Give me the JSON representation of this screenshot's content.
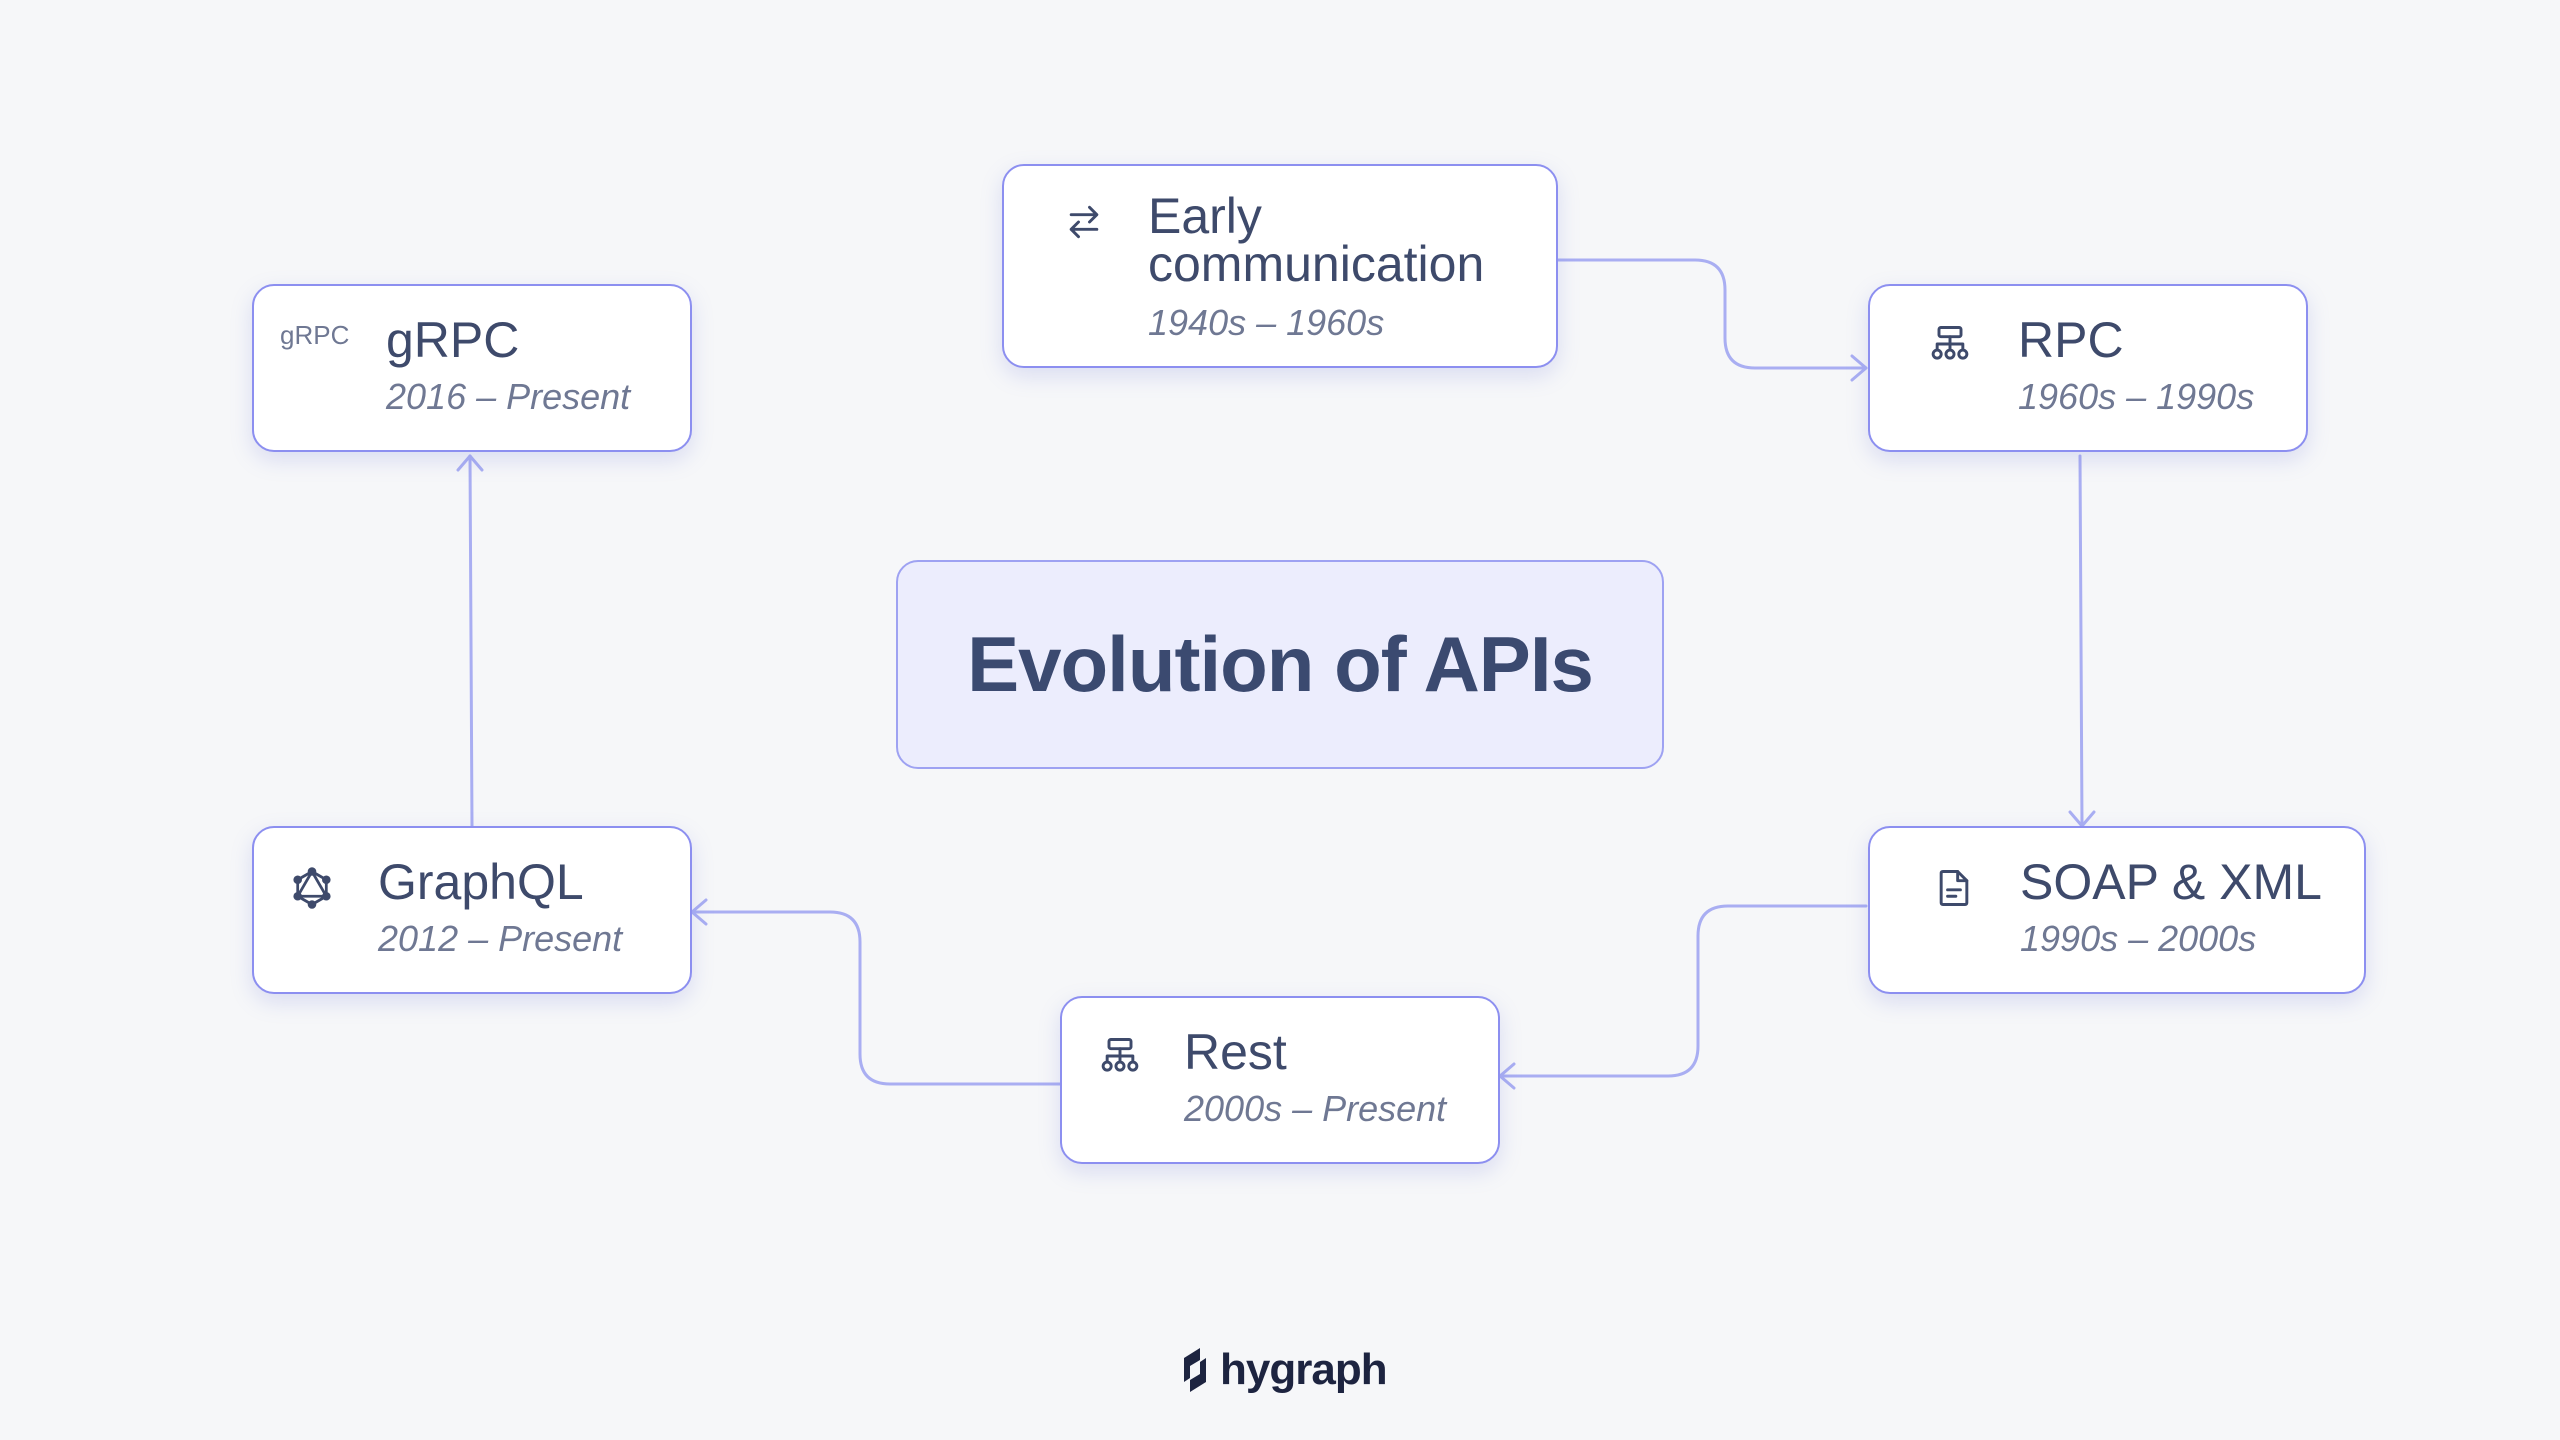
{
  "title": "Evolution of APIs",
  "nodes": {
    "early": {
      "title_line1": "Early",
      "title_line2": "communication",
      "years": "1940s – 1960s",
      "icon": "swap-arrows-icon"
    },
    "rpc": {
      "title": "RPC",
      "years": "1960s – 1990s",
      "icon": "sitemap-icon"
    },
    "soap": {
      "title": "SOAP & XML",
      "years": "1990s – 2000s",
      "icon": "document-icon"
    },
    "rest": {
      "title": "Rest",
      "years": "2000s – Present",
      "icon": "sitemap-icon"
    },
    "graphql": {
      "title": "GraphQL",
      "years": "2012 – Present",
      "icon": "graphql-icon"
    },
    "grpc": {
      "title": "gRPC",
      "years": "2016 – Present",
      "icon_text": "gRPC"
    }
  },
  "branding": {
    "logo_text": "hygraph"
  },
  "colors": {
    "background": "#f6f7f9",
    "card_border": "#8c8ff0",
    "connector": "#a9aef2",
    "center_fill": "#ecedfd",
    "title_text": "#3e4a6b",
    "years_text": "#6f7893"
  }
}
